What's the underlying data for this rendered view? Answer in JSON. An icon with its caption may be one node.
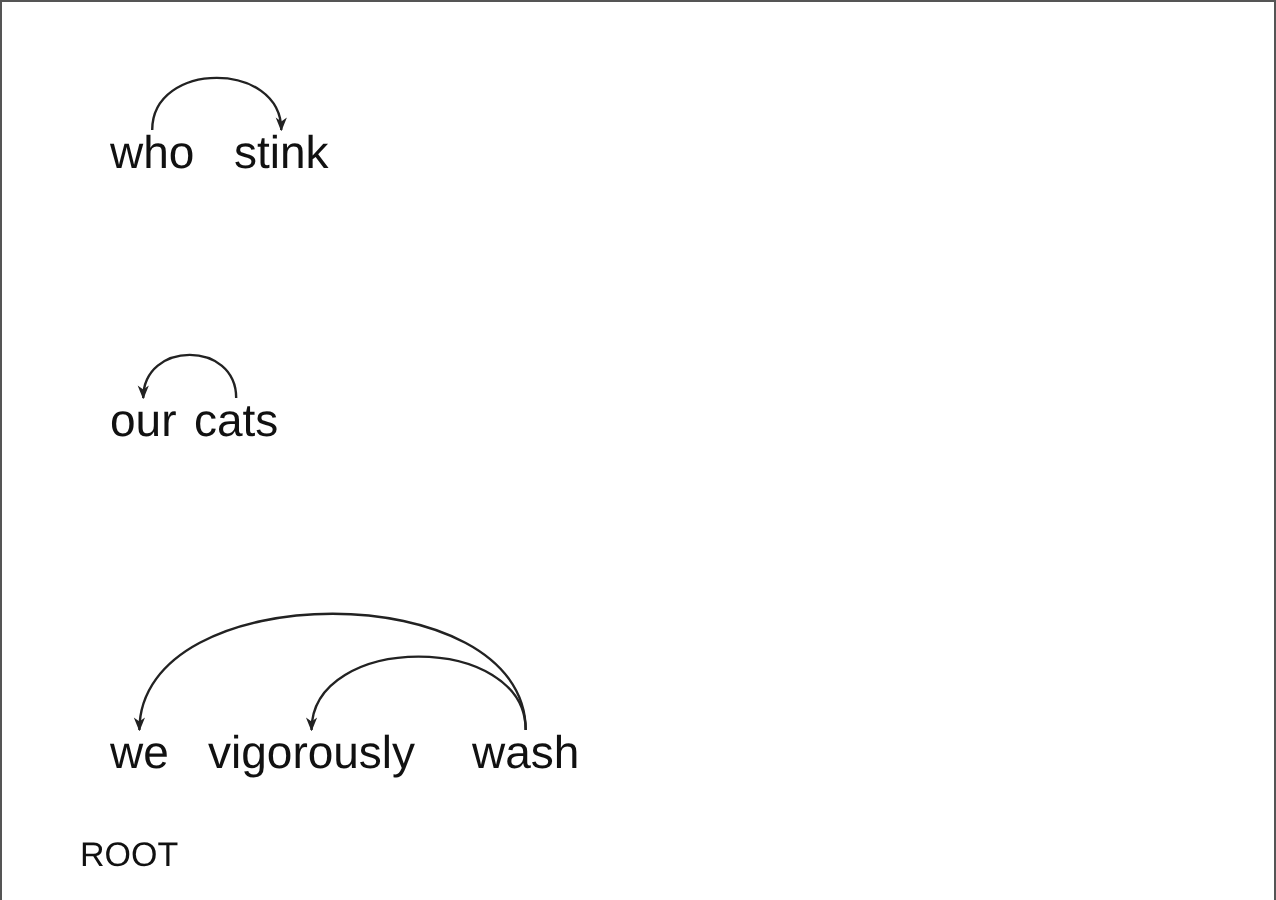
{
  "diagram": {
    "nodes": [
      {
        "text": [
          "who"
        ]
      },
      {
        "text": [
          "stink"
        ]
      },
      {
        "text": [
          "our"
        ]
      },
      {
        "text": [
          "cats"
        ]
      },
      {
        "text": [
          "we"
        ]
      },
      {
        "text": [
          "vigorously"
        ]
      },
      {
        "text": [
          "wash"
        ]
      }
    ],
    "edges": [
      {
        "from": 0,
        "to": 1,
        "arrow": "to"
      },
      {
        "from": 3,
        "to": 2,
        "arrow": "to"
      },
      {
        "from": 6,
        "to": 4,
        "arrow": "to"
      },
      {
        "from": 6,
        "to": 5,
        "arrow": "to"
      }
    ],
    "labels": [
      "ROOT"
    ]
  }
}
